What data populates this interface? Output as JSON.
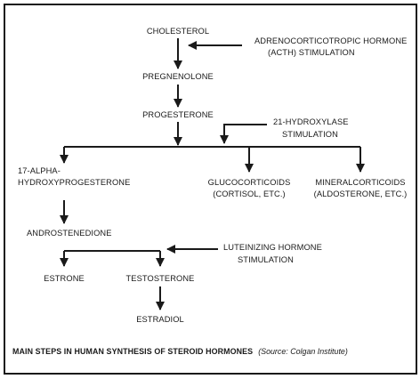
{
  "nodes": {
    "cholesterol": "CHOLESTEROL",
    "pregnenolone": "PREGNENOLONE",
    "progesterone": "PROGESTERONE",
    "hydroxyprogesterone_line1": "17-ALPHA-",
    "hydroxyprogesterone_line2": "HYDROXYPROGESTERONE",
    "glucocorticoids_line1": "GLUCOCORTICOIDS",
    "glucocorticoids_line2": "(CORTISOL, ETC.)",
    "mineralcorticoids_line1": "MINERALCORTICOIDS",
    "mineralcorticoids_line2": "(ALDOSTERONE, ETC.)",
    "androstenedione": "ANDROSTENEDIONE",
    "estrone": "ESTRONE",
    "testosterone": "TESTOSTERONE",
    "estradiol": "ESTRADIOL"
  },
  "stimuli": {
    "acth_line1": "ADRENOCORTICOTROPIC HORMONE",
    "acth_line2": "(ACTH) STIMULATION",
    "hydroxylase_line1": "21-HYDROXYLASE",
    "hydroxylase_line2": "STIMULATION",
    "lh_line1": "LUTEINIZING HORMONE",
    "lh_line2": "STIMULATION"
  },
  "caption": {
    "title": "MAIN STEPS IN HUMAN SYNTHESIS OF STEROID HORMONES",
    "source": "(Source: Colgan Institute)"
  }
}
